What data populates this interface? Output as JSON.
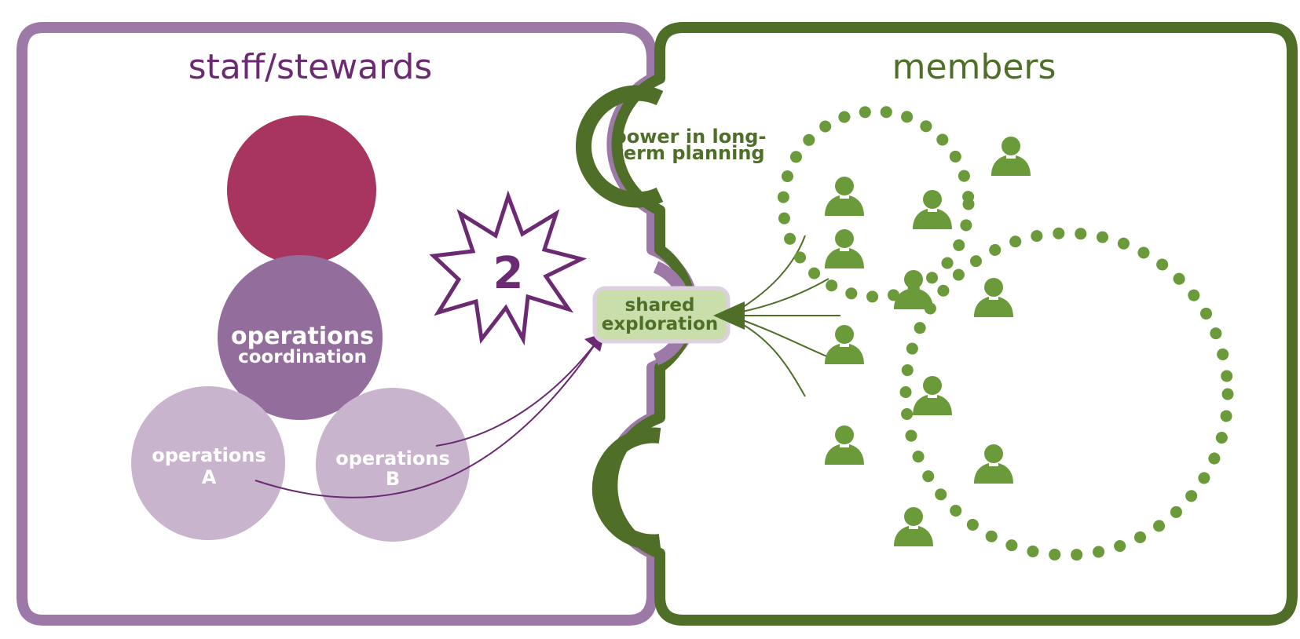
{
  "panels": {
    "left_title": "staff/stewards",
    "right_title": "members"
  },
  "circles": {
    "ops_coord_line1": "operations",
    "ops_coord_line2": "coordination",
    "ops_a_line1": "operations",
    "ops_a_line2": "A",
    "ops_b_line1": "operations",
    "ops_b_line2": "B"
  },
  "star_number": "2",
  "tabs": {
    "top_line1": "power in long-",
    "top_line2": "term planning",
    "middle_line1": "shared",
    "middle_line2": "exploration"
  },
  "colors": {
    "purple_frame": "#9c79a6",
    "dark_purple": "#6b2a72",
    "magenta": "#a8355f",
    "mid_purple": "#936e9c",
    "light_purple": "#c8b4cc",
    "green": "#4f6f28",
    "leaf_green": "#6a9a3a",
    "pale_green": "#c9deaa"
  },
  "icons": [
    "person-icon",
    "starburst-icon",
    "arrow-icon"
  ]
}
